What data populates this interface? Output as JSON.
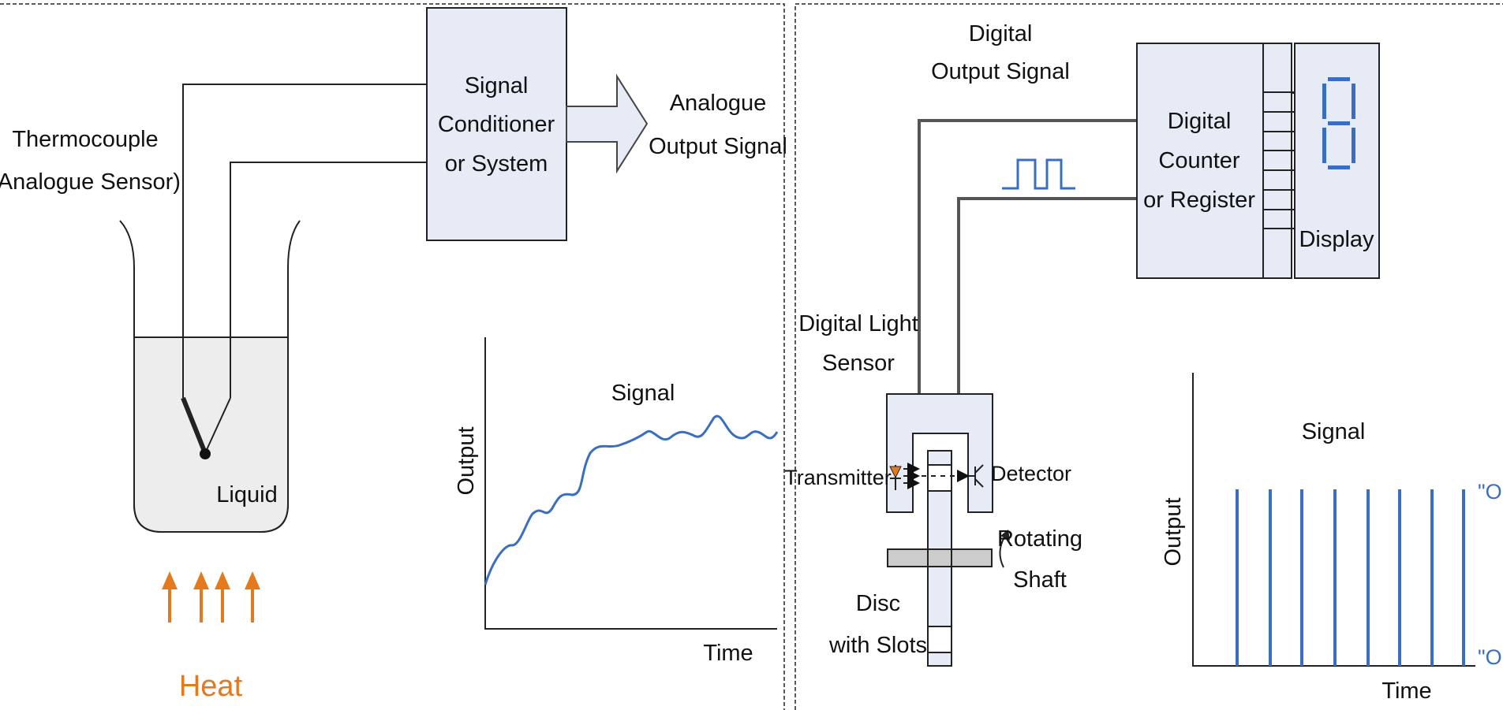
{
  "left_panel": {
    "sensor_label_line1": "Thermocouple",
    "sensor_label_line2": "(Analogue Sensor)",
    "conditioner_line1": "Signal",
    "conditioner_line2": "Conditioner",
    "conditioner_line3": "or System",
    "output_label_line1": "Analogue",
    "output_label_line2": "Output Signal",
    "liquid_label": "Liquid",
    "heat_label": "Heat",
    "graph_title": "Signal",
    "graph_ylabel": "Output",
    "graph_xlabel": "Time"
  },
  "right_panel": {
    "digital_output_line1": "Digital",
    "digital_output_line2": "Output Signal",
    "counter_line1": "Digital",
    "counter_line2": "Counter",
    "counter_line3": "or Register",
    "display_label": "Display",
    "display_digit": "8",
    "light_sensor_line1": "Digital Light",
    "light_sensor_line2": "Sensor",
    "transmitter_label": "Transmitter",
    "detector_label": "Detector",
    "rotating_line1": "Rotating",
    "rotating_line2": "Shaft",
    "disc_line1": "Disc",
    "disc_line2": "with Slots",
    "graph_title": "Signal",
    "graph_ylabel": "Output",
    "graph_xlabel": "Time",
    "on_label": "\"ON\"",
    "off_label": "\"OFF\""
  },
  "colors": {
    "box_fill": "#e6ebf5",
    "line": "#222222",
    "signal_blue": "#3a6fc0",
    "heat_orange": "#e47a1e",
    "on_off_blue": "#3a6fc0"
  }
}
